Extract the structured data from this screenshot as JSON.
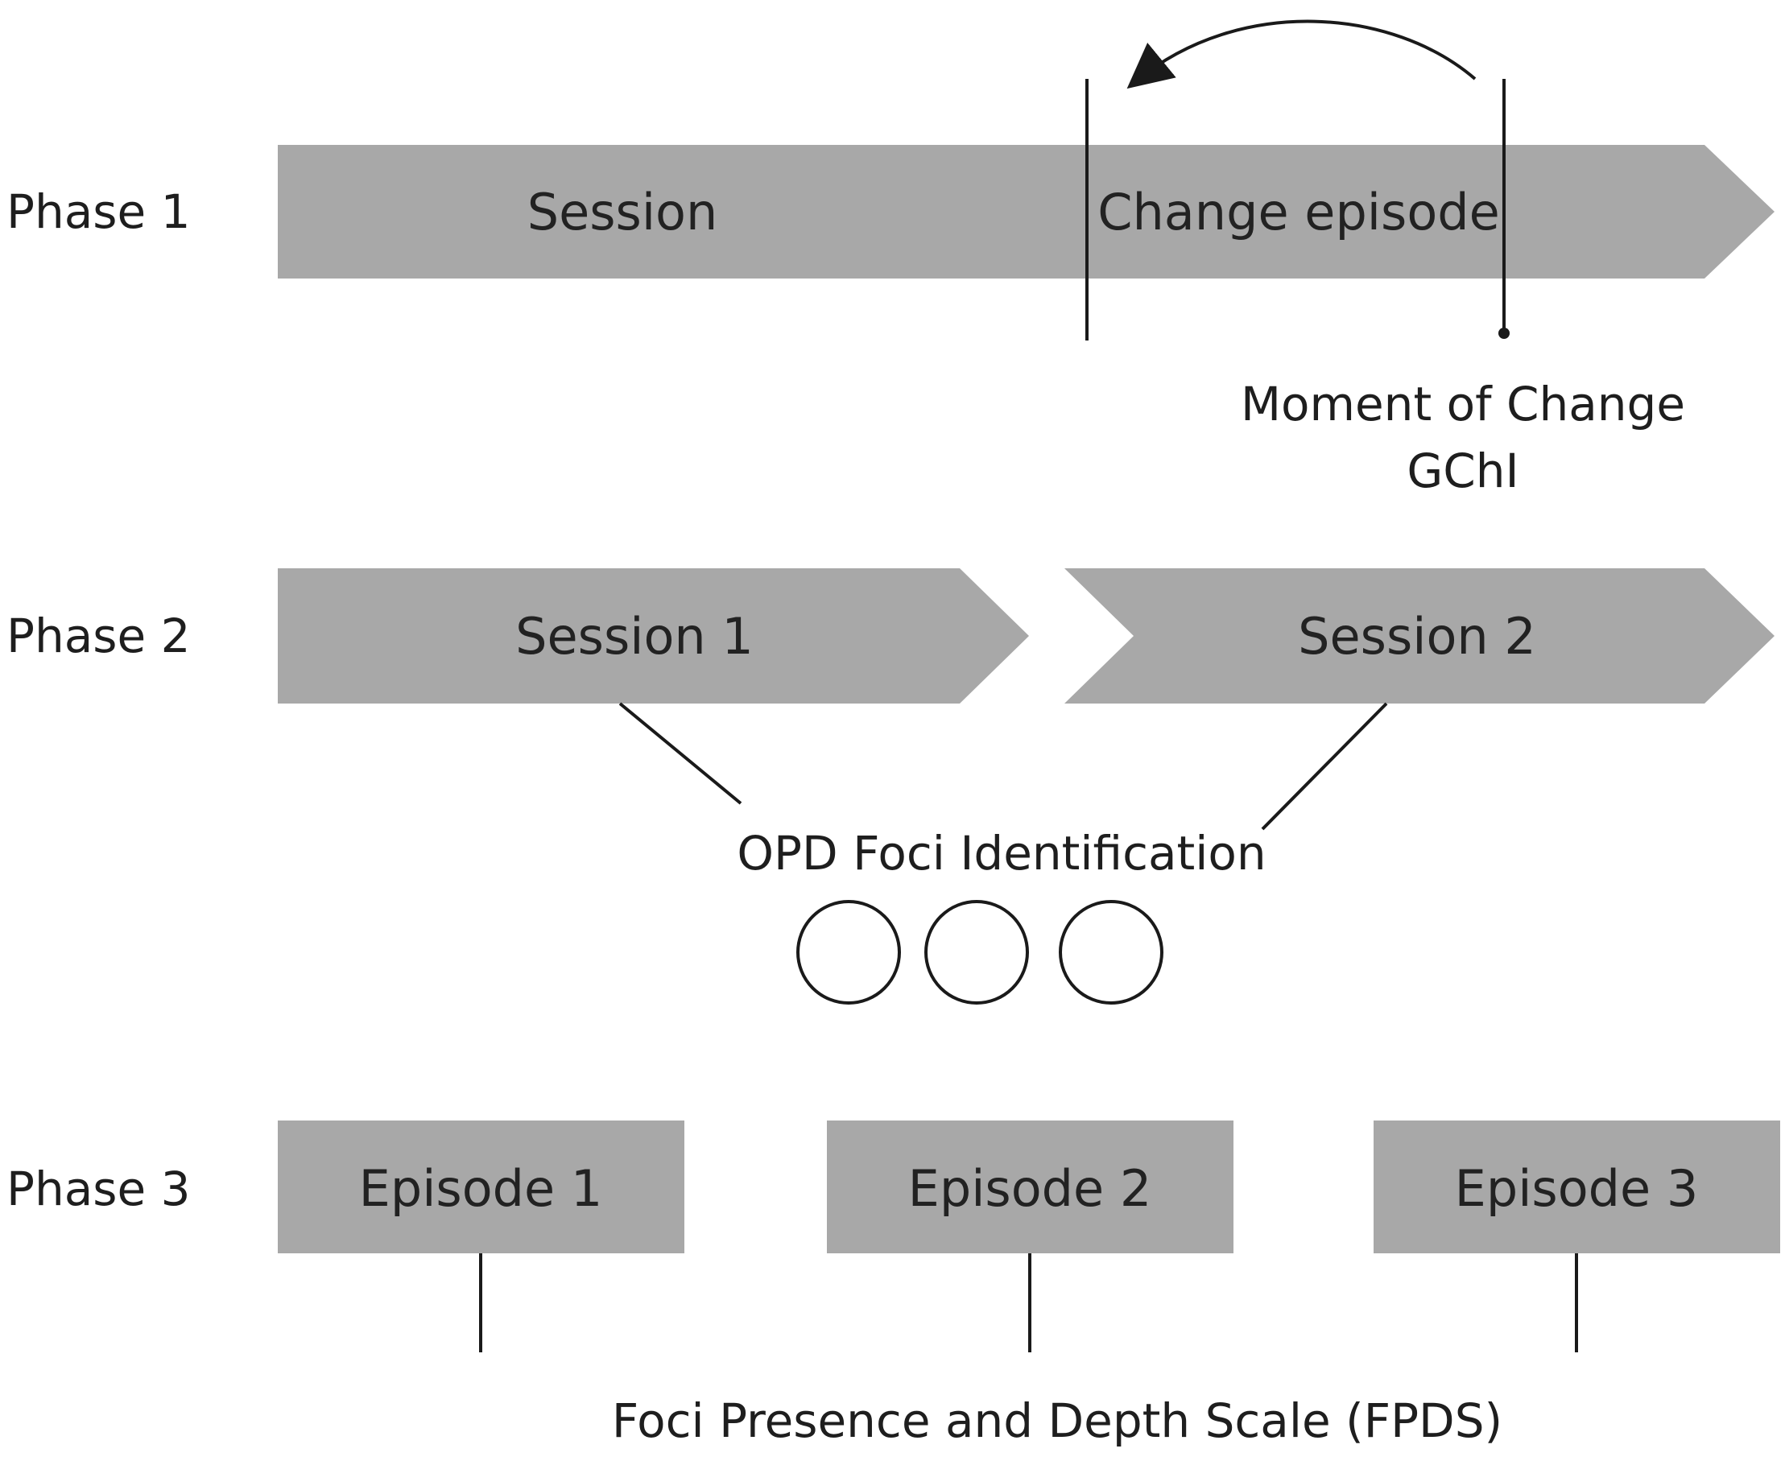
{
  "colors": {
    "shape_fill": "#a8a8a8",
    "stroke": "#1a1a1a",
    "text": "#1e1e1e",
    "background": "#ffffff"
  },
  "phase1": {
    "label": "Phase 1",
    "session_label": "Session",
    "change_episode_label": "Change episode",
    "moment_label_line1": "Moment of Change",
    "moment_label_line2": "GChI"
  },
  "phase2": {
    "label": "Phase 2",
    "session1_label": "Session 1",
    "session2_label": "Session 2",
    "foci_label": "OPD Foci Identification"
  },
  "phase3": {
    "label": "Phase 3",
    "episodes": [
      "Episode 1",
      "Episode 2",
      "Episode 3"
    ],
    "scale_label": "Foci Presence and Depth Scale (FPDS)"
  },
  "icons": [
    "circle",
    "circle",
    "circle",
    "curved-arrow",
    "dot-marker"
  ]
}
